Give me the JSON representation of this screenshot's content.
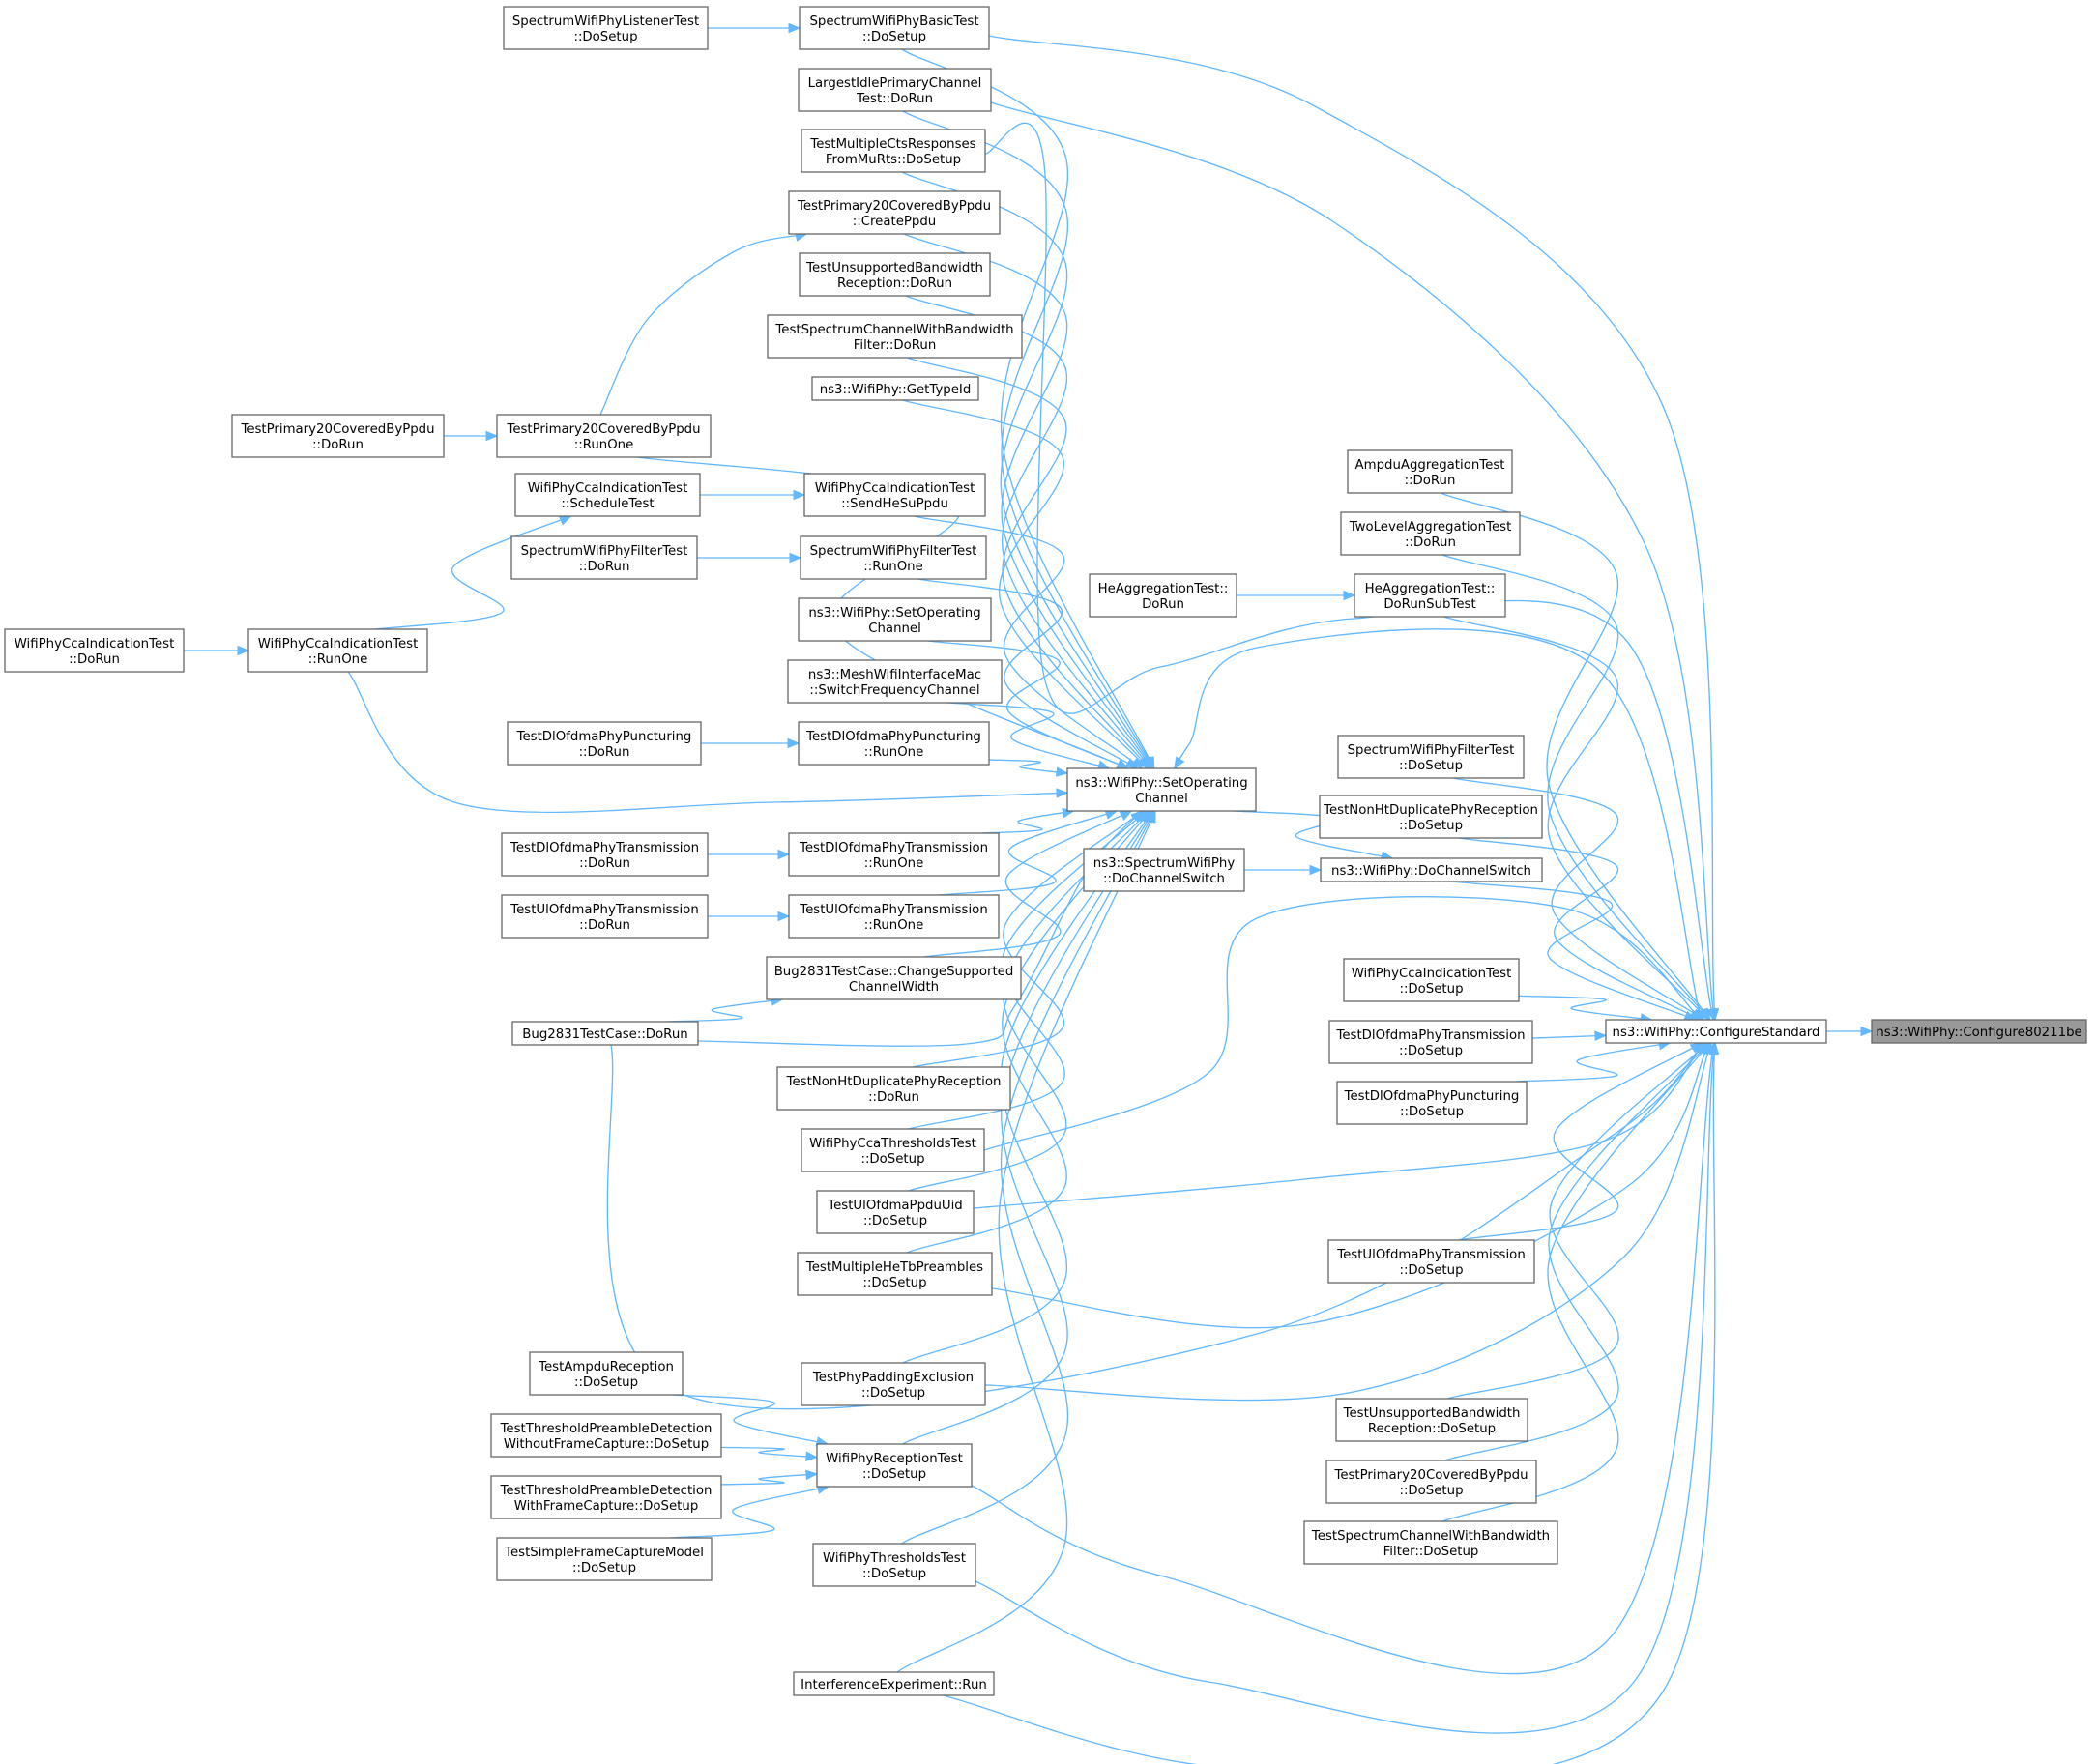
{
  "graph": {
    "nodes": [
      {
        "id": "target",
        "lines": [
          "ns3::WifiPhy::Configure80211be"
        ],
        "highlight": true
      },
      {
        "id": "configStd",
        "lines": [
          "ns3::WifiPhy::ConfigureStandard"
        ]
      },
      {
        "id": "setOpCh",
        "lines": [
          "ns3::WifiPhy::SetOperating",
          "Channel"
        ]
      },
      {
        "id": "doChSwitch",
        "lines": [
          "ns3::WifiPhy::DoChannelSwitch"
        ]
      },
      {
        "id": "specDoChSwitch",
        "lines": [
          "ns3::SpectrumWifiPhy",
          "::DoChannelSwitch"
        ]
      },
      {
        "id": "heAggSub",
        "lines": [
          "HeAggregationTest::",
          "DoRunSubTest"
        ]
      },
      {
        "id": "heAggRun",
        "lines": [
          "HeAggregationTest::",
          "DoRun"
        ]
      },
      {
        "id": "ampduAgg",
        "lines": [
          "AmpduAggregationTest",
          "::DoRun"
        ]
      },
      {
        "id": "twoLevel",
        "lines": [
          "TwoLevelAggregationTest",
          "::DoRun"
        ]
      },
      {
        "id": "specFiltSetup",
        "lines": [
          "SpectrumWifiPhyFilterTest",
          "::DoSetup"
        ]
      },
      {
        "id": "nonHtSetup",
        "lines": [
          "TestNonHtDuplicatePhyReception",
          "::DoSetup"
        ]
      },
      {
        "id": "ccaSetup",
        "lines": [
          "WifiPhyCcaIndicationTest",
          "::DoSetup"
        ]
      },
      {
        "id": "dlTxSetupR",
        "lines": [
          "TestDlOfdmaPhyTransmission",
          "::DoSetup"
        ]
      },
      {
        "id": "dlPuncSetupR",
        "lines": [
          "TestDlOfdmaPhyPuncturing",
          "::DoSetup"
        ]
      },
      {
        "id": "ulTxSetupR",
        "lines": [
          "TestUlOfdmaPhyTransmission",
          "::DoSetup"
        ]
      },
      {
        "id": "unsupBwSetup",
        "lines": [
          "TestUnsupportedBandwidth",
          "Reception::DoSetup"
        ]
      },
      {
        "id": "p20Setup",
        "lines": [
          "TestPrimary20CoveredByPpdu",
          "::DoSetup"
        ]
      },
      {
        "id": "specChBwSetup",
        "lines": [
          "TestSpectrumChannelWithBandwidth",
          "Filter::DoSetup"
        ]
      },
      {
        "id": "specBasicSetup",
        "lines": [
          "SpectrumWifiPhyBasicTest",
          "::DoSetup"
        ]
      },
      {
        "id": "largestIdle",
        "lines": [
          "LargestIdlePrimaryChannel",
          "Test::DoRun"
        ]
      },
      {
        "id": "multiCts",
        "lines": [
          "TestMultipleCtsResponses",
          "FromMuRts::DoSetup"
        ]
      },
      {
        "id": "p20Create",
        "lines": [
          "TestPrimary20CoveredByPpdu",
          "::CreatePpdu"
        ]
      },
      {
        "id": "unsupBwRun",
        "lines": [
          "TestUnsupportedBandwidth",
          "Reception::DoRun"
        ]
      },
      {
        "id": "specChBwRun",
        "lines": [
          "TestSpectrumChannelWithBandwidth",
          "Filter::DoRun"
        ]
      },
      {
        "id": "getTypeId",
        "lines": [
          "ns3::WifiPhy::GetTypeId"
        ]
      },
      {
        "id": "p20RunOne",
        "lines": [
          "TestPrimary20CoveredByPpdu",
          "::RunOne"
        ]
      },
      {
        "id": "ccaSendHeSu",
        "lines": [
          "WifiPhyCcaIndicationTest",
          "::SendHeSuPpdu"
        ]
      },
      {
        "id": "specFiltRunOne",
        "lines": [
          "SpectrumWifiPhyFilterTest",
          "::RunOne"
        ]
      },
      {
        "id": "setOpCh2",
        "lines": [
          "ns3::WifiPhy::SetOperating",
          "Channel"
        ]
      },
      {
        "id": "meshSwitch",
        "lines": [
          "ns3::MeshWifiInterfaceMac",
          "::SwitchFrequencyChannel"
        ]
      },
      {
        "id": "dlPuncRunOne",
        "lines": [
          "TestDlOfdmaPhyPuncturing",
          "::RunOne"
        ]
      },
      {
        "id": "dlTxRunOne",
        "lines": [
          "TestDlOfdmaPhyTransmission",
          "::RunOne"
        ]
      },
      {
        "id": "ulTxRunOne",
        "lines": [
          "TestUlOfdmaPhyTransmission",
          "::RunOne"
        ]
      },
      {
        "id": "bugChange",
        "lines": [
          "Bug2831TestCase::ChangeSupported",
          "ChannelWidth"
        ]
      },
      {
        "id": "nonHtRun",
        "lines": [
          "TestNonHtDuplicatePhyReception",
          "::DoRun"
        ]
      },
      {
        "id": "ccaThrSetup",
        "lines": [
          "WifiPhyCcaThresholdsTest",
          "::DoSetup"
        ]
      },
      {
        "id": "ulPpduUid",
        "lines": [
          "TestUlOfdmaPpduUid",
          "::DoSetup"
        ]
      },
      {
        "id": "multiHeTb",
        "lines": [
          "TestMultipleHeTbPreambles",
          "::DoSetup"
        ]
      },
      {
        "id": "padExcl",
        "lines": [
          "TestPhyPaddingExclusion",
          "::DoSetup"
        ]
      },
      {
        "id": "rxTestSetup",
        "lines": [
          "WifiPhyReceptionTest",
          "::DoSetup"
        ]
      },
      {
        "id": "thrTestSetup",
        "lines": [
          "WifiPhyThresholdsTest",
          "::DoSetup"
        ]
      },
      {
        "id": "interfRun",
        "lines": [
          "InterferenceExperiment::Run"
        ]
      },
      {
        "id": "specListener",
        "lines": [
          "SpectrumWifiPhyListenerTest",
          "::DoSetup"
        ]
      },
      {
        "id": "p20DoRun",
        "lines": [
          "TestPrimary20CoveredByPpdu",
          "::DoRun"
        ]
      },
      {
        "id": "ccaSchedule",
        "lines": [
          "WifiPhyCcaIndicationTest",
          "::ScheduleTest"
        ]
      },
      {
        "id": "specFiltDoRun",
        "lines": [
          "SpectrumWifiPhyFilterTest",
          "::DoRun"
        ]
      },
      {
        "id": "ccaRunOne",
        "lines": [
          "WifiPhyCcaIndicationTest",
          "::RunOne"
        ]
      },
      {
        "id": "ccaDoRun",
        "lines": [
          "WifiPhyCcaIndicationTest",
          "::DoRun"
        ]
      },
      {
        "id": "dlPuncDoRun",
        "lines": [
          "TestDlOfdmaPhyPuncturing",
          "::DoRun"
        ]
      },
      {
        "id": "dlTxDoRun",
        "lines": [
          "TestDlOfdmaPhyTransmission",
          "::DoRun"
        ]
      },
      {
        "id": "ulTxDoRun",
        "lines": [
          "TestUlOfdmaPhyTransmission",
          "::DoRun"
        ]
      },
      {
        "id": "bugDoRun",
        "lines": [
          "Bug2831TestCase::DoRun"
        ]
      },
      {
        "id": "ampduRx",
        "lines": [
          "TestAmpduReception",
          "::DoSetup"
        ]
      },
      {
        "id": "thrPreNoCap",
        "lines": [
          "TestThresholdPreambleDetection",
          "WithoutFrameCapture::DoSetup"
        ]
      },
      {
        "id": "thrPreCap",
        "lines": [
          "TestThresholdPreambleDetection",
          "WithFrameCapture::DoSetup"
        ]
      },
      {
        "id": "simpleCap",
        "lines": [
          "TestSimpleFrameCaptureModel",
          "::DoSetup"
        ]
      }
    ],
    "edges": [
      [
        "configStd",
        "target"
      ],
      [
        "doChSwitch",
        "configStd"
      ],
      [
        "setOpCh",
        "doChSwitch"
      ],
      [
        "specDoChSwitch",
        "doChSwitch"
      ],
      [
        "heAggSub",
        "configStd"
      ],
      [
        "heAggRun",
        "heAggSub"
      ],
      [
        "ampduAgg",
        "configStd"
      ],
      [
        "twoLevel",
        "configStd"
      ],
      [
        "specFiltSetup",
        "configStd"
      ],
      [
        "nonHtSetup",
        "configStd"
      ],
      [
        "ccaSetup",
        "configStd"
      ],
      [
        "dlTxSetupR",
        "configStd"
      ],
      [
        "dlPuncSetupR",
        "configStd"
      ],
      [
        "ulTxSetupR",
        "configStd"
      ],
      [
        "unsupBwSetup",
        "configStd"
      ],
      [
        "p20Setup",
        "configStd"
      ],
      [
        "specChBwSetup",
        "configStd"
      ],
      [
        "specBasicSetup",
        "configStd"
      ],
      [
        "largestIdle",
        "configStd"
      ],
      [
        "multiCts",
        "configStd"
      ],
      [
        "ccaThrSetup",
        "configStd"
      ],
      [
        "ulPpduUid",
        "configStd"
      ],
      [
        "multiHeTb",
        "configStd"
      ],
      [
        "padExcl",
        "configStd"
      ],
      [
        "rxTestSetup",
        "configStd"
      ],
      [
        "thrTestSetup",
        "configStd"
      ],
      [
        "interfRun",
        "configStd"
      ],
      [
        "bugDoRun",
        "configStd"
      ],
      [
        "configStd",
        "setOpCh"
      ],
      [
        "specBasicSetup",
        "setOpCh"
      ],
      [
        "largestIdle",
        "setOpCh"
      ],
      [
        "multiCts",
        "setOpCh"
      ],
      [
        "p20Create",
        "setOpCh"
      ],
      [
        "unsupBwRun",
        "setOpCh"
      ],
      [
        "specChBwRun",
        "setOpCh"
      ],
      [
        "getTypeId",
        "setOpCh"
      ],
      [
        "p20RunOne",
        "setOpCh"
      ],
      [
        "ccaSendHeSu",
        "setOpCh"
      ],
      [
        "specFiltRunOne",
        "setOpCh"
      ],
      [
        "setOpCh2",
        "setOpCh"
      ],
      [
        "meshSwitch",
        "setOpCh"
      ],
      [
        "dlPuncRunOne",
        "setOpCh"
      ],
      [
        "ccaRunOne",
        "setOpCh"
      ],
      [
        "dlTxRunOne",
        "setOpCh"
      ],
      [
        "ulTxRunOne",
        "setOpCh"
      ],
      [
        "bugChange",
        "setOpCh"
      ],
      [
        "bugDoRun",
        "setOpCh"
      ],
      [
        "nonHtRun",
        "setOpCh"
      ],
      [
        "ccaThrSetup",
        "setOpCh"
      ],
      [
        "ulPpduUid",
        "setOpCh"
      ],
      [
        "multiHeTb",
        "setOpCh"
      ],
      [
        "padExcl",
        "setOpCh"
      ],
      [
        "rxTestSetup",
        "setOpCh"
      ],
      [
        "thrTestSetup",
        "setOpCh"
      ],
      [
        "interfRun",
        "setOpCh"
      ],
      [
        "specListener",
        "specBasicSetup"
      ],
      [
        "p20RunOne",
        "p20Create"
      ],
      [
        "p20DoRun",
        "p20RunOne"
      ],
      [
        "ccaSchedule",
        "ccaSendHeSu"
      ],
      [
        "ccaRunOne",
        "ccaSchedule"
      ],
      [
        "ccaDoRun",
        "ccaRunOne"
      ],
      [
        "specFiltDoRun",
        "specFiltRunOne"
      ],
      [
        "dlPuncDoRun",
        "dlPuncRunOne"
      ],
      [
        "dlTxDoRun",
        "dlTxRunOne"
      ],
      [
        "ulTxDoRun",
        "ulTxRunOne"
      ],
      [
        "bugDoRun",
        "bugChange"
      ],
      [
        "ampduRx",
        "rxTestSetup"
      ],
      [
        "thrPreNoCap",
        "rxTestSetup"
      ],
      [
        "thrPreCap",
        "rxTestSetup"
      ],
      [
        "simpleCap",
        "rxTestSetup"
      ]
    ]
  }
}
